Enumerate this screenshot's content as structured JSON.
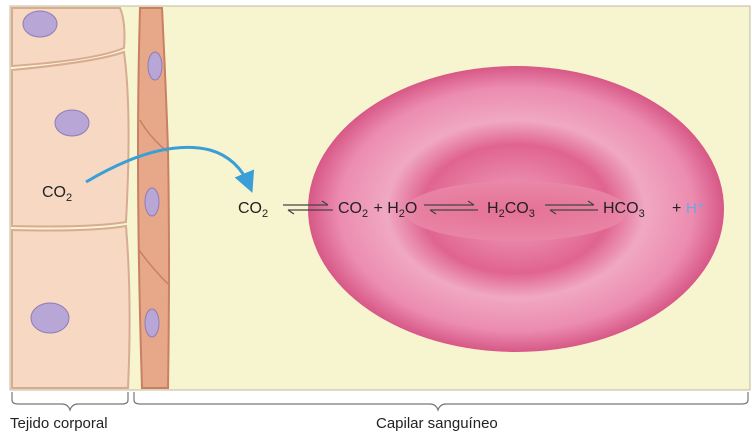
{
  "diagram": {
    "tissue_co2": {
      "main": "CO",
      "sub": "2"
    },
    "capillary_co2": {
      "main": "CO",
      "sub": "2"
    },
    "equation": [
      {
        "text": "CO",
        "sub": "2"
      },
      {
        "text": " + H",
        "sub": "2",
        "after": "O"
      },
      {
        "text": "H",
        "sub": "2",
        "after": "CO",
        "sub2": "3"
      },
      {
        "text": "HCO",
        "sub": "3"
      }
    ],
    "plus_sign": "+",
    "hydrogen_ion": "H⁺",
    "labels": {
      "tissue": "Tejido corporal",
      "capillary": "Capilar sanguíneo"
    }
  },
  "colors": {
    "background": "#f7f4d0",
    "tissue_cell": "#f6d8c3",
    "tissue_border": "#d8ab93",
    "capillary_wall": "#e7a88a",
    "nucleus": "#b8a6d6",
    "red_cell": "#e8739b",
    "arrow": "#3a9fd6",
    "h_ion": "#6aa8e6"
  }
}
